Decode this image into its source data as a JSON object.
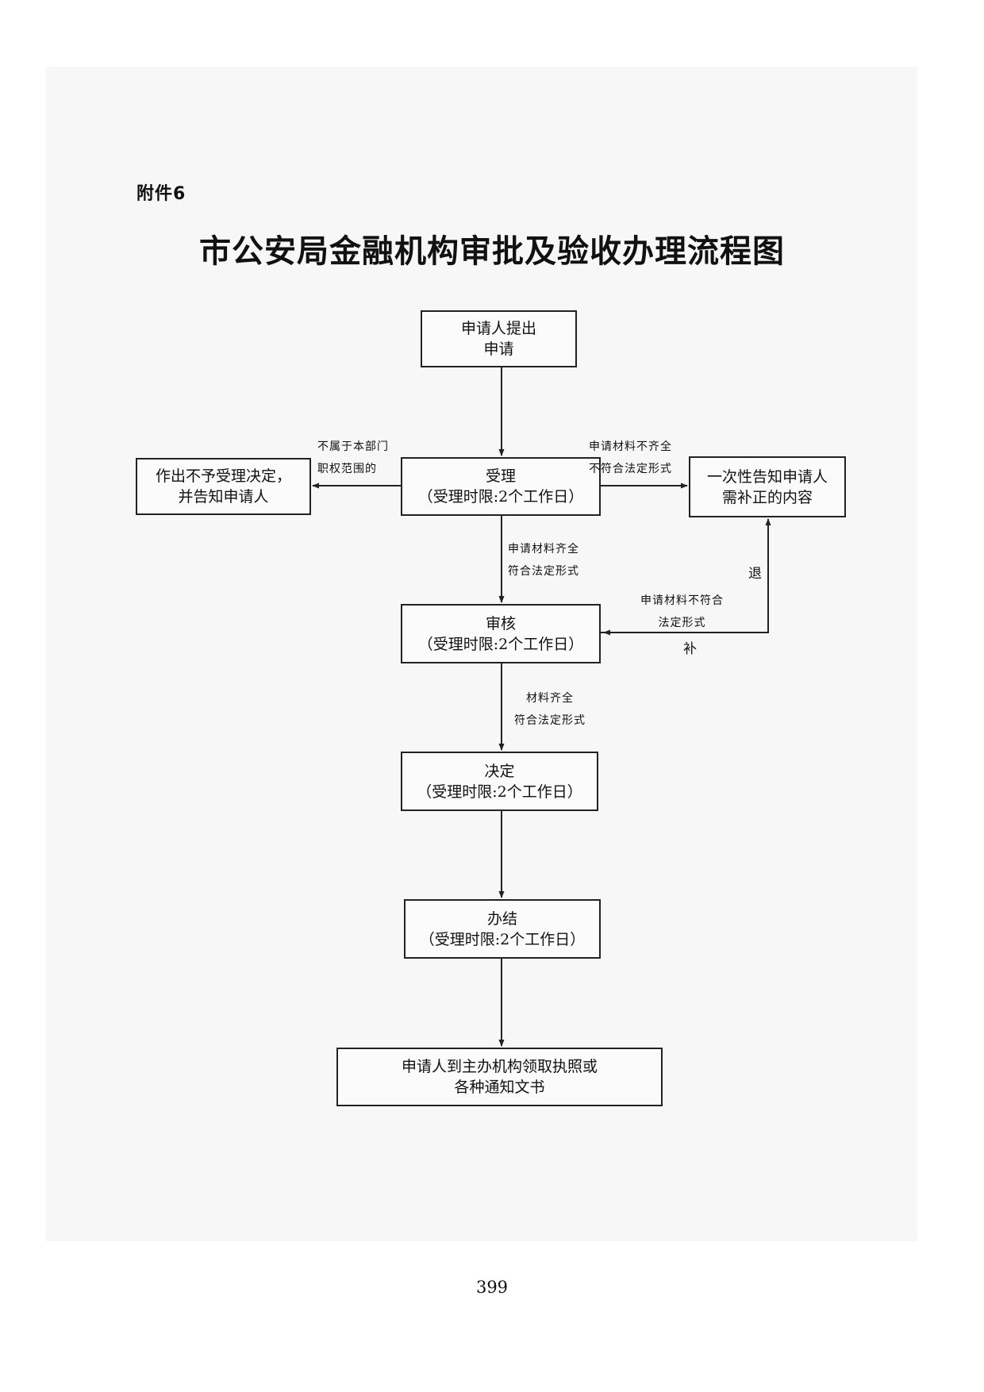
{
  "attachment": "附件6",
  "title": "市公安局金融机构审批及验收办理流程图",
  "boxes": {
    "apply": [
      "申请人提出",
      "申请"
    ],
    "accept": [
      "受理",
      "（受理时限:2个工作日）"
    ],
    "reject": [
      "作出不予受理决定，",
      "并告知申请人"
    ],
    "notify": [
      "一次性告知申请人",
      "需补正的内容"
    ],
    "review": [
      "审核",
      "（受理时限:2个工作日）"
    ],
    "decide": [
      "决定",
      "（受理时限:2个工作日）"
    ],
    "finish": [
      "办结",
      "（受理时限:2个工作日）"
    ],
    "collect": [
      "申请人到主办机构领取执照或",
      "各种通知文书"
    ]
  },
  "labels": {
    "not_in_scope": [
      "不属于本部门",
      "职权范围的"
    ],
    "incomplete": [
      "申请材料不齐全",
      "不符合法定形式"
    ],
    "complete": [
      "申请材料齐全",
      "符合法定形式"
    ],
    "not_conform": [
      "申请材料不符合",
      "法定形式"
    ],
    "return": "退",
    "supplement": "补",
    "materials_complete": [
      "材料齐全",
      "符合法定形式"
    ]
  },
  "page_number": "399"
}
